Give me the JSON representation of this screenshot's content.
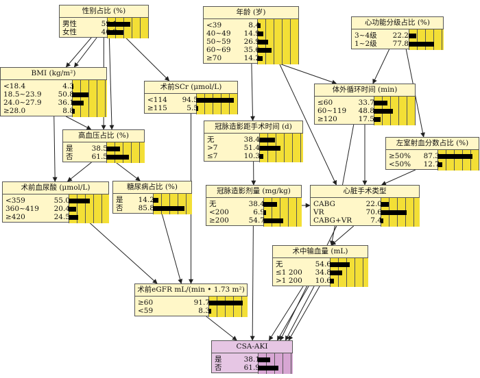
{
  "nodes": [
    {
      "id": "sex",
      "title": "性别占比 (%)",
      "rows": [
        {
          "label": "男性",
          "value": "59.1"
        },
        {
          "label": "女性",
          "value": "40.9"
        }
      ]
    },
    {
      "id": "age",
      "title": "年龄 (岁)",
      "rows": [
        {
          "label": "<39",
          "value": "8.4"
        },
        {
          "label": "40~49",
          "value": "14.9"
        },
        {
          "label": "50~59",
          "value": "26.9"
        },
        {
          "label": "60~69",
          "value": "35.6"
        },
        {
          "label": "≥70",
          "value": "14.2"
        }
      ]
    },
    {
      "id": "cardiac",
      "title": "心功能分级占比 (%)",
      "rows": [
        {
          "label": "3~4级",
          "value": "22.2"
        },
        {
          "label": "1~2级",
          "value": "77.8"
        }
      ]
    },
    {
      "id": "bmi",
      "title": "BMI (kg/m²)",
      "rows": [
        {
          "label": "<18.4",
          "value": "4.3"
        },
        {
          "label": "18.5~23.9",
          "value": "50.8"
        },
        {
          "label": "24.0~27.9",
          "value": "36.1"
        },
        {
          "label": "≥28.0",
          "value": "8.8"
        }
      ]
    },
    {
      "id": "scr",
      "title": "术前SCr (μmol/L)",
      "rows": [
        {
          "label": "<114",
          "value": "94.5"
        },
        {
          "label": "≥115",
          "value": "5.5"
        }
      ]
    },
    {
      "id": "cpb",
      "title": "体外循环时间 (min)",
      "rows": [
        {
          "label": "≤60",
          "value": "33.7"
        },
        {
          "label": "60~119",
          "value": "48.8"
        },
        {
          "label": "≥120",
          "value": "17.5"
        }
      ]
    },
    {
      "id": "htn",
      "title": "高血压占比 (%)",
      "rows": [
        {
          "label": "是",
          "value": "38.5"
        },
        {
          "label": "否",
          "value": "61.5"
        }
      ]
    },
    {
      "id": "angio_time",
      "title": "冠脉造影距手术时间 (d)",
      "rows": [
        {
          "label": "无",
          "value": "38.4"
        },
        {
          "label": ">7",
          "value": "51.4"
        },
        {
          "label": "≤7",
          "value": "10.3"
        }
      ]
    },
    {
      "id": "lvef",
      "title": "左室射血分数占比 (%)",
      "rows": [
        {
          "label": "≥50%",
          "value": "87.3"
        },
        {
          "label": "<50%",
          "value": "12.7"
        }
      ]
    },
    {
      "id": "ua",
      "title": "术前血尿酸 (μmol/L)",
      "rows": [
        {
          "label": "<359",
          "value": "55.0"
        },
        {
          "label": "360~419",
          "value": "20.4"
        },
        {
          "label": "≥420",
          "value": "24.5"
        }
      ]
    },
    {
      "id": "dm",
      "title": "糖尿病占比 (%)",
      "rows": [
        {
          "label": "是",
          "value": "14.2"
        },
        {
          "label": "否",
          "value": "85.8"
        }
      ]
    },
    {
      "id": "contrast",
      "title": "冠脉造影剂量 (mg/kg)",
      "rows": [
        {
          "label": "无",
          "value": "38.4"
        },
        {
          "label": "<200",
          "value": "6.9"
        },
        {
          "label": "≥200",
          "value": "54.7"
        }
      ]
    },
    {
      "id": "surgery",
      "title": "心脏手术类型",
      "rows": [
        {
          "label": "CABG",
          "value": "22.0"
        },
        {
          "label": "VR",
          "value": "70.6"
        },
        {
          "label": "CABG+VR",
          "value": "7.4"
        }
      ]
    },
    {
      "id": "transfusion",
      "title": "术中输血量 (mL)",
      "rows": [
        {
          "label": "无",
          "value": "54.6"
        },
        {
          "label": "≤1 200",
          "value": "34.8"
        },
        {
          "label": ">1 200",
          "value": "10.6"
        }
      ]
    },
    {
      "id": "egfr",
      "title": "术前eGFR mL/(min • 1.73 m²)",
      "rows": [
        {
          "label": "≥60",
          "value": "91.7"
        },
        {
          "label": "<59",
          "value": "8.3"
        }
      ]
    },
    {
      "id": "aki",
      "title": "CSA-AKI",
      "rows": [
        {
          "label": "是",
          "value": "38.1"
        },
        {
          "label": "否",
          "value": "61.9"
        }
      ]
    }
  ],
  "edges": [
    [
      "sex",
      "bmi"
    ],
    [
      "sex",
      "bmi"
    ],
    [
      "sex",
      "htn"
    ],
    [
      "sex",
      "htn"
    ],
    [
      "sex",
      "scr"
    ],
    [
      "age",
      "angio_time"
    ],
    [
      "age",
      "surgery"
    ],
    [
      "age",
      "cpb"
    ],
    [
      "cardiac",
      "cpb"
    ],
    [
      "cardiac",
      "lvef"
    ],
    [
      "bmi",
      "ua"
    ],
    [
      "bmi",
      "htn"
    ],
    [
      "htn",
      "ua"
    ],
    [
      "htn",
      "dm"
    ],
    [
      "scr",
      "egfr"
    ],
    [
      "cpb",
      "transfusion"
    ],
    [
      "cpb",
      "surgery"
    ],
    [
      "lvef",
      "surgery"
    ],
    [
      "angio_time",
      "contrast"
    ],
    [
      "contrast",
      "surgery"
    ],
    [
      "contrast",
      "aki"
    ],
    [
      "surgery",
      "transfusion"
    ],
    [
      "surgery",
      "aki"
    ],
    [
      "ua",
      "egfr"
    ],
    [
      "dm",
      "egfr"
    ],
    [
      "transfusion",
      "aki"
    ],
    [
      "transfusion",
      "aki"
    ],
    [
      "transfusion",
      "aki"
    ],
    [
      "transfusion",
      "aki"
    ],
    [
      "egfr",
      "aki"
    ]
  ]
}
